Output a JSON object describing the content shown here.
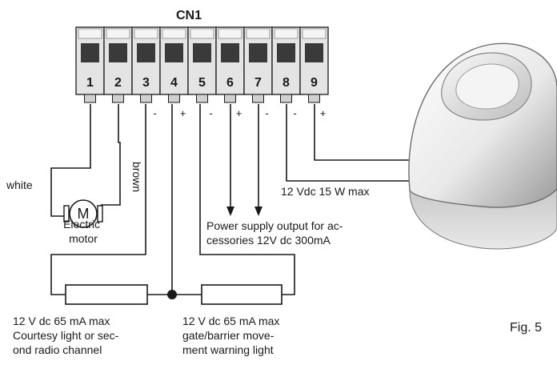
{
  "connector": {
    "name": "CN1",
    "terminals": [
      {
        "num": "1",
        "polarity": ""
      },
      {
        "num": "2",
        "polarity": ""
      },
      {
        "num": "3",
        "polarity": "-"
      },
      {
        "num": "4",
        "polarity": "+"
      },
      {
        "num": "5",
        "polarity": "-"
      },
      {
        "num": "6",
        "polarity": "+"
      },
      {
        "num": "7",
        "polarity": "-"
      },
      {
        "num": "8",
        "polarity": "-"
      },
      {
        "num": "9",
        "polarity": "+"
      }
    ]
  },
  "motor": {
    "symbol": "M",
    "wire_left": "white",
    "wire_right": "brown",
    "label_lines": [
      "Electric",
      "motor"
    ]
  },
  "light_left": {
    "label_lines": [
      "12 V dc 65 mA max",
      "Courtesy light or sec-",
      "ond radio channel"
    ]
  },
  "light_right": {
    "label_lines": [
      "12 V dc 65 mA max",
      "gate/barrier  move-",
      "ment warning light"
    ]
  },
  "power_output": {
    "label_lines": [
      "Power supply output for ac-",
      "cessories 12V dc 300mA"
    ]
  },
  "device": {
    "label": "12 Vdc 15 W max"
  },
  "figure": {
    "caption": "Fig. 5"
  }
}
